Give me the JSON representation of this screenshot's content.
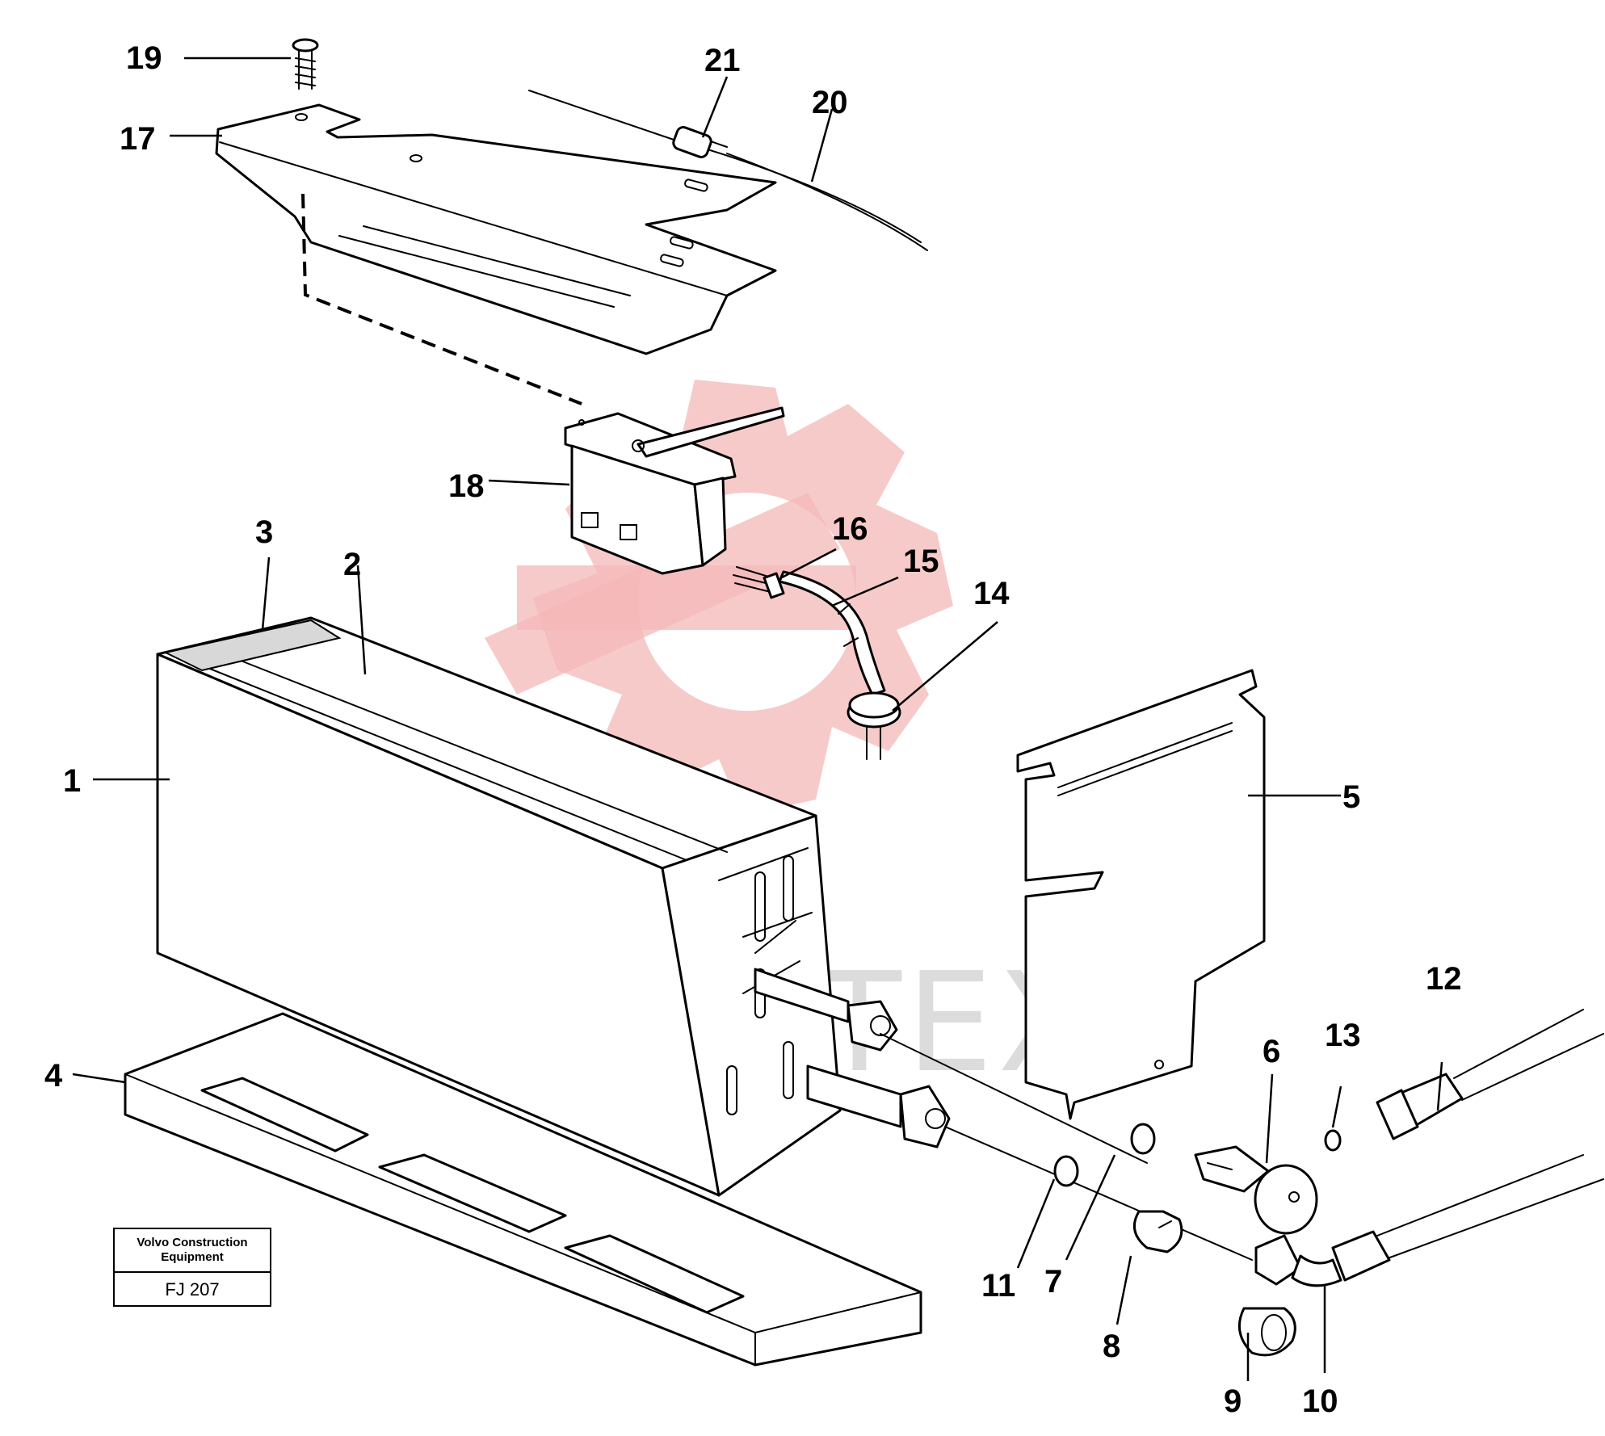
{
  "watermark": {
    "text": "ИНТЕХ",
    "color": "#f4b8b8"
  },
  "stamp": {
    "line1": "Volvo Construction",
    "line2": "Equipment",
    "code": "FJ 207"
  },
  "callouts": {
    "c1": "1",
    "c2": "2",
    "c3": "3",
    "c4": "4",
    "c5": "5",
    "c6": "6",
    "c7": "7",
    "c8": "8",
    "c9": "9",
    "c10": "10",
    "c11": "11",
    "c12": "12",
    "c13": "13",
    "c14": "14",
    "c15": "15",
    "c16": "16",
    "c17": "17",
    "c18": "18",
    "c19": "19",
    "c20": "20",
    "c21": "21"
  }
}
